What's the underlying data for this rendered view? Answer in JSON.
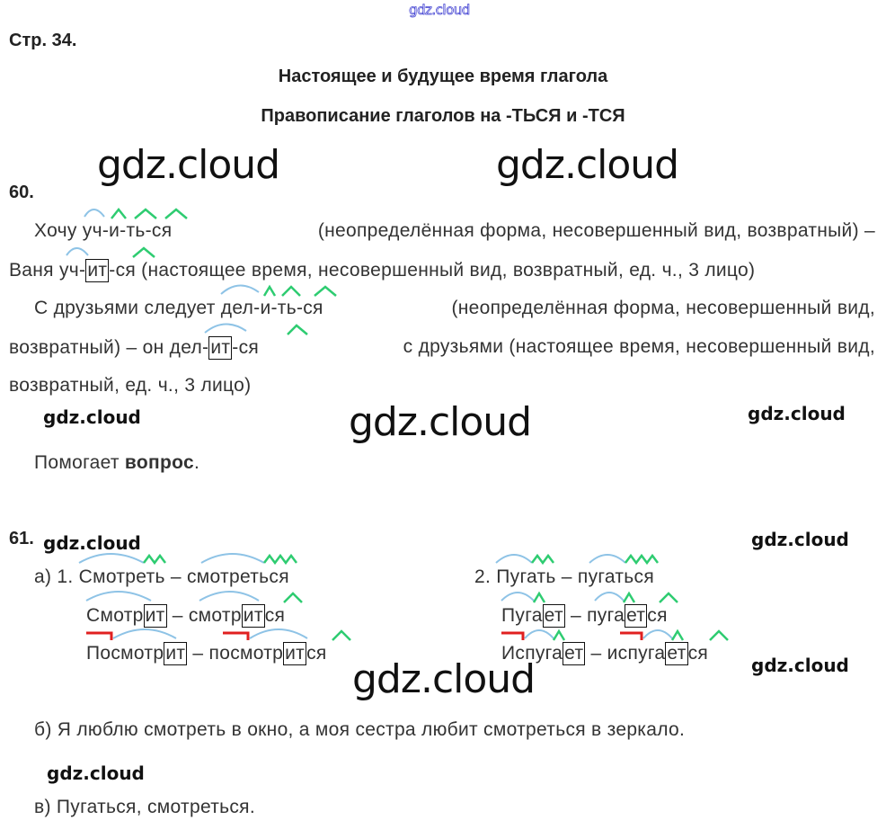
{
  "watermark_top": "gdz.cloud",
  "watermark": "gdz.cloud",
  "page_ref": "Стр. 34.",
  "titles": [
    "Настоящее и будущее время глагола",
    "Правописание глаголов на -ТЬСЯ и -ТСЯ"
  ],
  "ex60": {
    "number": "60.",
    "line1": {
      "pre": "Хочу",
      "word": "уч-и-ть-ся",
      "post": "(неопределённая форма, несовершенный вид, возвратный) –"
    },
    "line2": {
      "pre": "Ваня уч-",
      "box": "ит",
      "post": "-ся (настоящее время, несовершенный вид, возвратный, ед. ч., 3 лицо)"
    },
    "line3": {
      "pre": "С друзьями следует",
      "word": "дел-и-ть-ся",
      "post": "(неопределённая форма, несовершенный вид,"
    },
    "line4": {
      "pre": "возвратный) – он дел-",
      "box": "ит",
      "post_a": "-ся",
      "post": "с друзьями (настоящее время, несовершенный вид,"
    },
    "line5": "возвратный, ед. ч., 3 лицо)",
    "hint_pre": "Помогает",
    "hint_bold": "вопрос",
    "hint_post": "."
  },
  "ex61": {
    "number": "61.",
    "a_label": "а) 1.",
    "group1": {
      "row1": {
        "w1": "Смотреть",
        "dash": "–",
        "w2": "смотреться"
      },
      "row2": {
        "w1a": "Смотр",
        "w1b": "ит",
        "dash": "–",
        "w2a": "смотр",
        "w2b": "ит",
        "w2c": "ся"
      },
      "row3": {
        "w1a": "Посмотр",
        "w1b": "ит",
        "dash": "–",
        "w2a": "посмотр",
        "w2b": "ит",
        "w2c": "ся"
      }
    },
    "g2_label": "2.",
    "group2": {
      "row1": {
        "w1": "Пугать",
        "dash": "–",
        "w2": "пугаться"
      },
      "row2": {
        "w1a": "Пуга",
        "w1b": "ет",
        "dash": "–",
        "w2a": "пуга",
        "w2b": "ет",
        "w2c": "ся"
      },
      "row3": {
        "w1a": "Испуга",
        "w1b": "ет",
        "dash": "–",
        "w2a": "испуга",
        "w2b": "ет",
        "w2c": "ся"
      }
    },
    "b": "б) Я люблю смотреть в окно, а моя сестра любит смотреться в зеркало.",
    "c": "в) Пугаться, смотреться."
  },
  "colors": {
    "root_arc": "#8ec3e6",
    "suffix_mark": "#2ecc71",
    "prefix_mark": "#e02020",
    "watermark_top": "#3a3ad0"
  }
}
